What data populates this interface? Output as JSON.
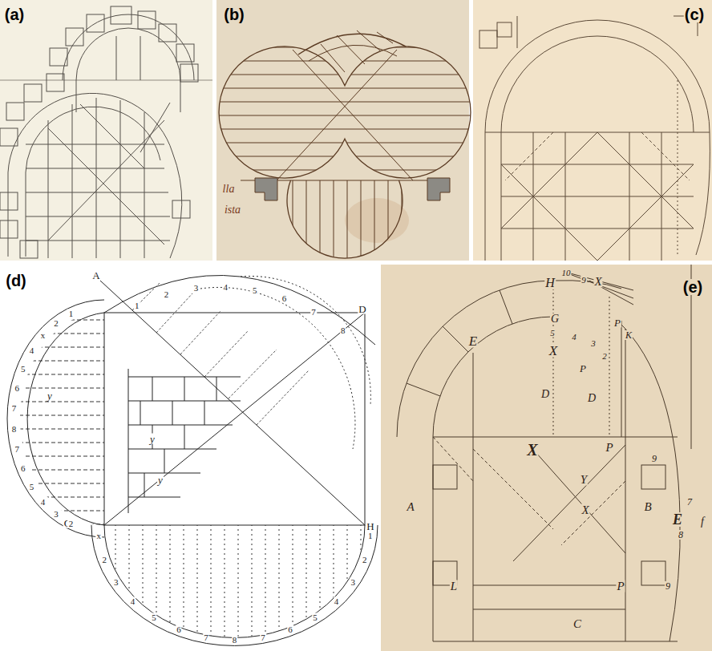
{
  "diagram": {
    "labels": [
      "(a)",
      "(b)",
      "(c)",
      "(d)",
      "(e)",
      "lla",
      "ista",
      "A",
      "D",
      "C",
      "H",
      "y",
      "y",
      "y",
      "1",
      "2",
      "x",
      "4",
      "5",
      "6",
      "7",
      "8",
      "7",
      "6",
      "5",
      "4",
      "3",
      "2",
      "x",
      "2",
      "3",
      "4",
      "5",
      "6",
      "7",
      "8",
      "7",
      "6",
      "5",
      "4",
      "3",
      "2",
      "1",
      "1",
      "2",
      "3",
      "4",
      "5",
      "6",
      "7",
      "8",
      "10",
      "H",
      "9",
      "X",
      "E",
      "G",
      "5",
      "4",
      "3",
      "2",
      "P",
      "K",
      "X",
      "P",
      "D",
      "D",
      "X",
      "P",
      "Y",
      "X",
      "A",
      "B",
      "7",
      "E",
      "f",
      "8",
      "9",
      "9",
      "L",
      "P",
      "C"
    ]
  }
}
